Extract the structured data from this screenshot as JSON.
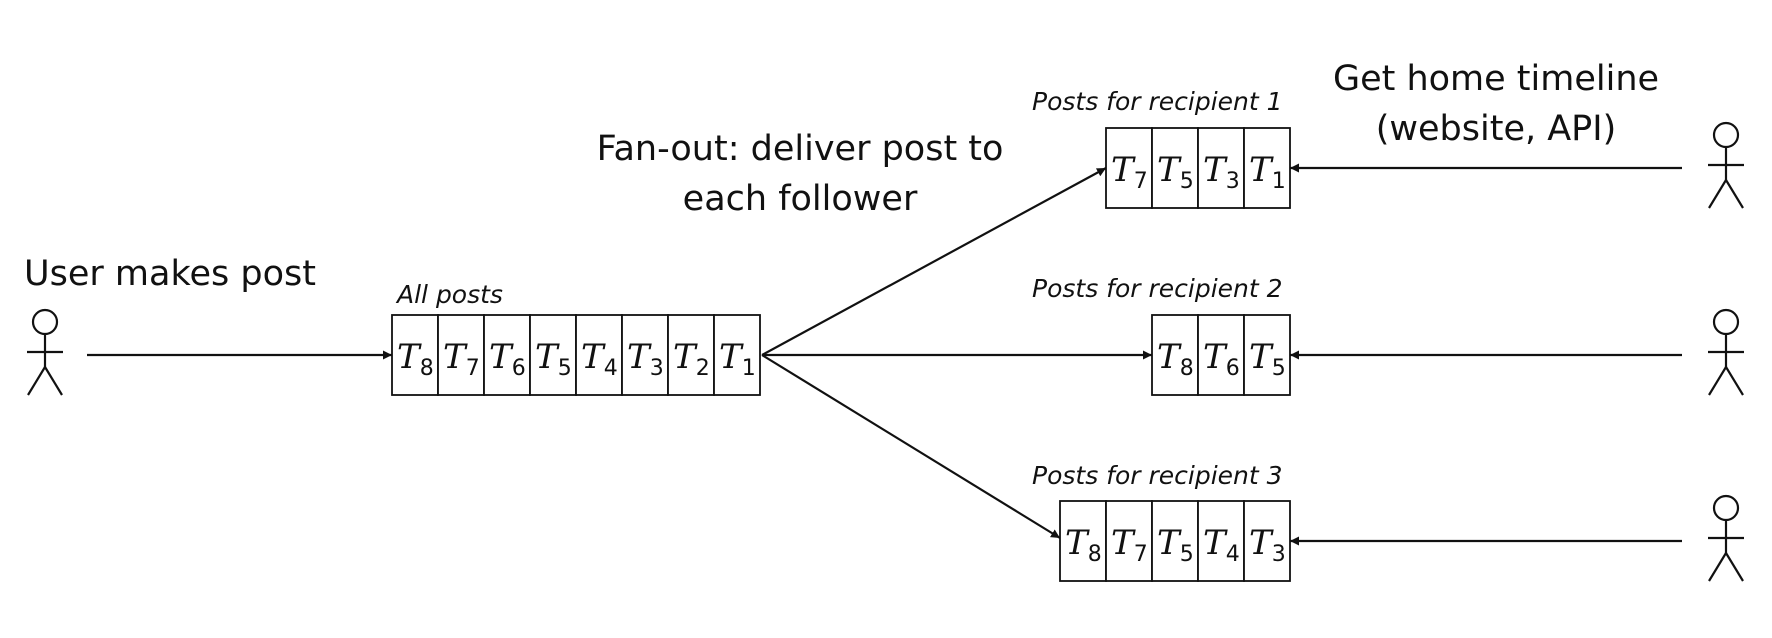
{
  "labels": {
    "user_makes_post": "User makes post",
    "fan_out_line1": "Fan-out: deliver post to",
    "fan_out_line2": "each follower",
    "get_timeline_line1": "Get home timeline",
    "get_timeline_line2": "(website, API)"
  },
  "queues": {
    "all_posts": {
      "label": "All posts",
      "cells": [
        {
          "letter": "T",
          "sub": "8"
        },
        {
          "letter": "T",
          "sub": "7"
        },
        {
          "letter": "T",
          "sub": "6"
        },
        {
          "letter": "T",
          "sub": "5"
        },
        {
          "letter": "T",
          "sub": "4"
        },
        {
          "letter": "T",
          "sub": "3"
        },
        {
          "letter": "T",
          "sub": "2"
        },
        {
          "letter": "T",
          "sub": "1"
        }
      ]
    },
    "recipient_1": {
      "label": "Posts for recipient 1",
      "cells": [
        {
          "letter": "T",
          "sub": "7"
        },
        {
          "letter": "T",
          "sub": "5"
        },
        {
          "letter": "T",
          "sub": "3"
        },
        {
          "letter": "T",
          "sub": "1"
        }
      ]
    },
    "recipient_2": {
      "label": "Posts for recipient 2",
      "cells": [
        {
          "letter": "T",
          "sub": "8"
        },
        {
          "letter": "T",
          "sub": "6"
        },
        {
          "letter": "T",
          "sub": "5"
        }
      ]
    },
    "recipient_3": {
      "label": "Posts for recipient 3",
      "cells": [
        {
          "letter": "T",
          "sub": "8"
        },
        {
          "letter": "T",
          "sub": "7"
        },
        {
          "letter": "T",
          "sub": "5"
        },
        {
          "letter": "T",
          "sub": "4"
        },
        {
          "letter": "T",
          "sub": "3"
        }
      ]
    }
  }
}
